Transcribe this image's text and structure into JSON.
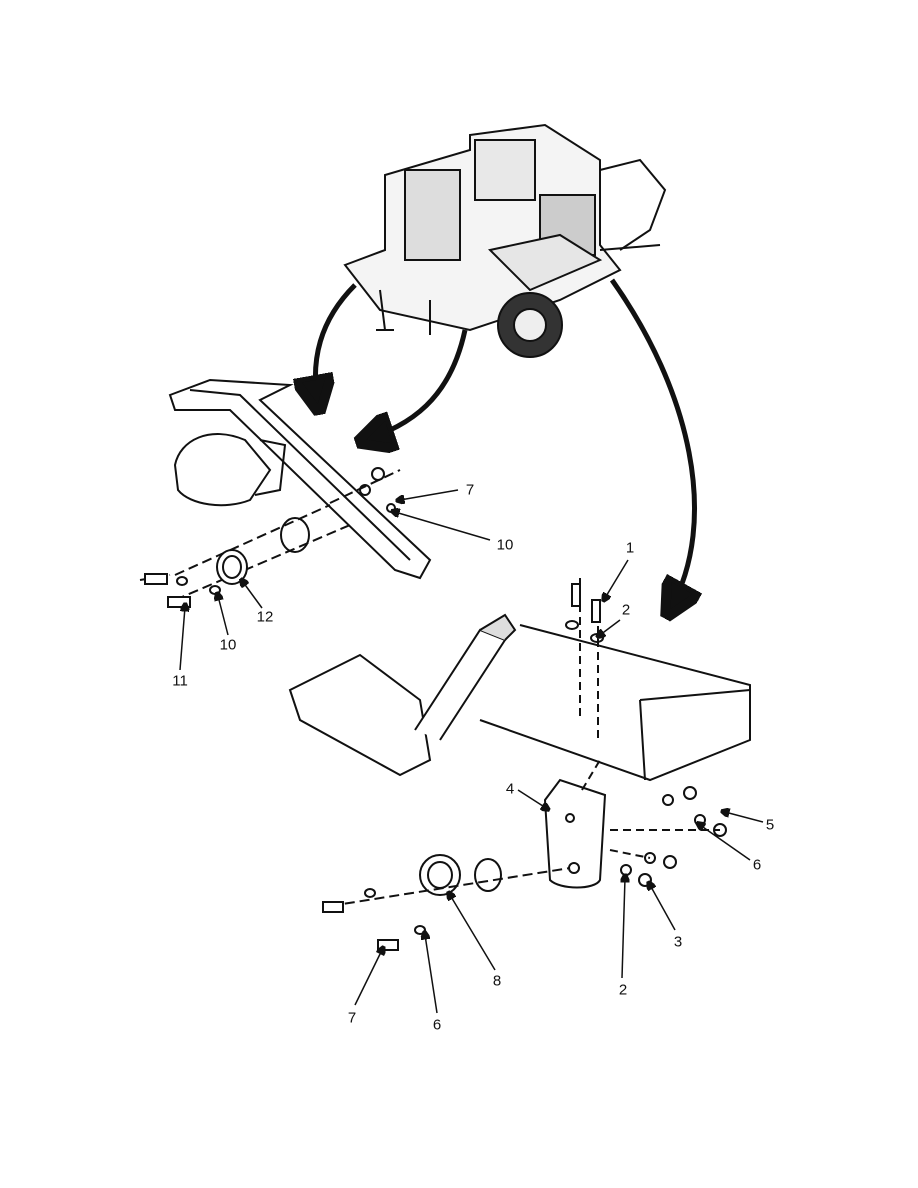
{
  "callouts": [
    {
      "id": "c7a",
      "label": "7"
    },
    {
      "id": "c10a",
      "label": "10"
    },
    {
      "id": "c12",
      "label": "12"
    },
    {
      "id": "c10b",
      "label": "10"
    },
    {
      "id": "c11",
      "label": "11"
    },
    {
      "id": "c1",
      "label": "1"
    },
    {
      "id": "c2a",
      "label": "2"
    },
    {
      "id": "c4",
      "label": "4"
    },
    {
      "id": "c5",
      "label": "5"
    },
    {
      "id": "c6a",
      "label": "6"
    },
    {
      "id": "c3",
      "label": "3"
    },
    {
      "id": "c2b",
      "label": "2"
    },
    {
      "id": "c8",
      "label": "8"
    },
    {
      "id": "c6b",
      "label": "6"
    },
    {
      "id": "c7b",
      "label": "7"
    }
  ]
}
